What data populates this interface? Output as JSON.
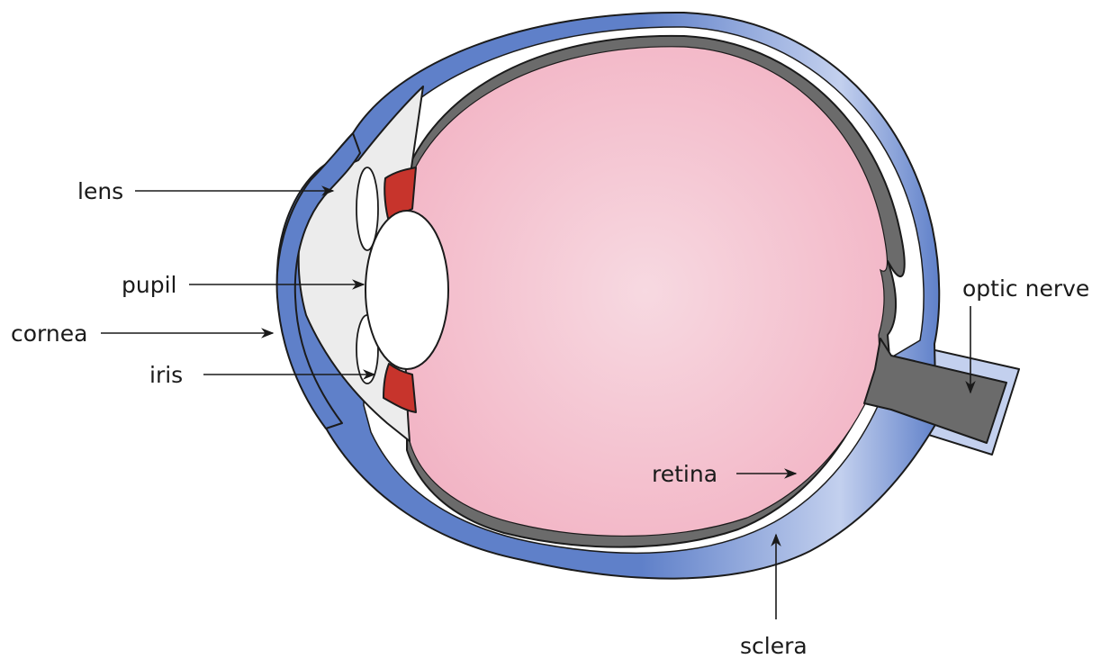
{
  "labels": {
    "lens": "lens",
    "pupil": "pupil",
    "cornea": "cornea",
    "iris": "iris",
    "retina": "retina",
    "sclera": "sclera",
    "optic_nerve": "optic nerve"
  },
  "colors": {
    "sclera_blue": "#5f80c9",
    "sclera_light": "#c3d0ee",
    "vitreous_pink": "#f2b3c4",
    "vitreous_center": "#f7d9e1",
    "retina_gray": "#6b6b6b",
    "iris_red": "#c7342c",
    "anterior_chamber": "#ececec",
    "outline": "#1b1b1b"
  }
}
